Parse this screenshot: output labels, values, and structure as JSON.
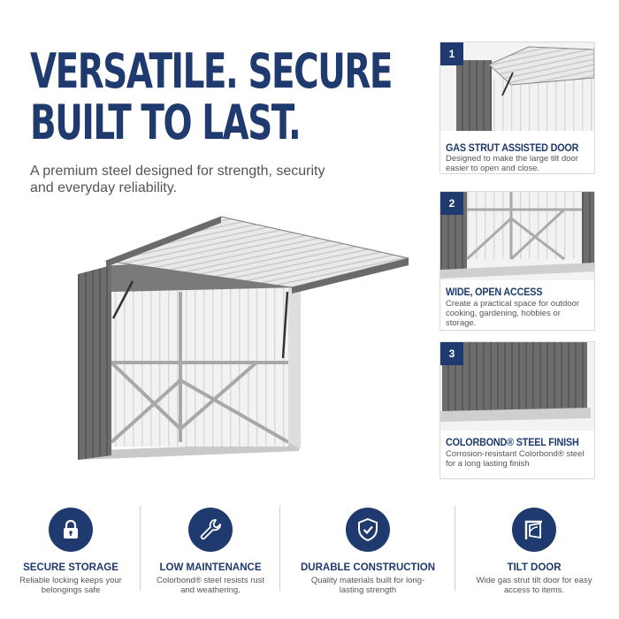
{
  "hero": {
    "headline_line1": "VERSATILE. SECURE",
    "headline_line2": "BUILT TO LAST.",
    "subheading": "A premium steel designed for strength, security and everyday reliability."
  },
  "cards": [
    {
      "number": "1",
      "title": "GAS STRUT ASSISTED DOOR",
      "text": "Designed to make the large tilt door easier to open and close."
    },
    {
      "number": "2",
      "title": "WIDE, OPEN ACCESS",
      "text": "Create a practical space for outdoor cooking, gardening, hobbies or storage."
    },
    {
      "number": "3",
      "title": "COLORBOND® STEEL FINISH",
      "text": "Corrosion-resistant Colorbond® steel for a long lasting finish"
    }
  ],
  "features": [
    {
      "icon": "padlock-icon",
      "title": "SECURE STORAGE",
      "text": "Reliable locking keeps your belongings safe"
    },
    {
      "icon": "wrench-icon",
      "title": "LOW MAINTENANCE",
      "text": "Colorbond® steel resists rust and weathering."
    },
    {
      "icon": "shield-check-icon",
      "title": "DURABLE CONSTRUCTION",
      "text": "Quality materials built for long-lasting strength"
    },
    {
      "icon": "tilt-door-icon",
      "title": "TILT DOOR",
      "text": "Wide gas strut tilt door for easy access to items."
    }
  ],
  "colors": {
    "brand_navy": "#1f3a6e",
    "steel_grey": "#6b6b6b",
    "panel_white": "#eeeeee"
  }
}
